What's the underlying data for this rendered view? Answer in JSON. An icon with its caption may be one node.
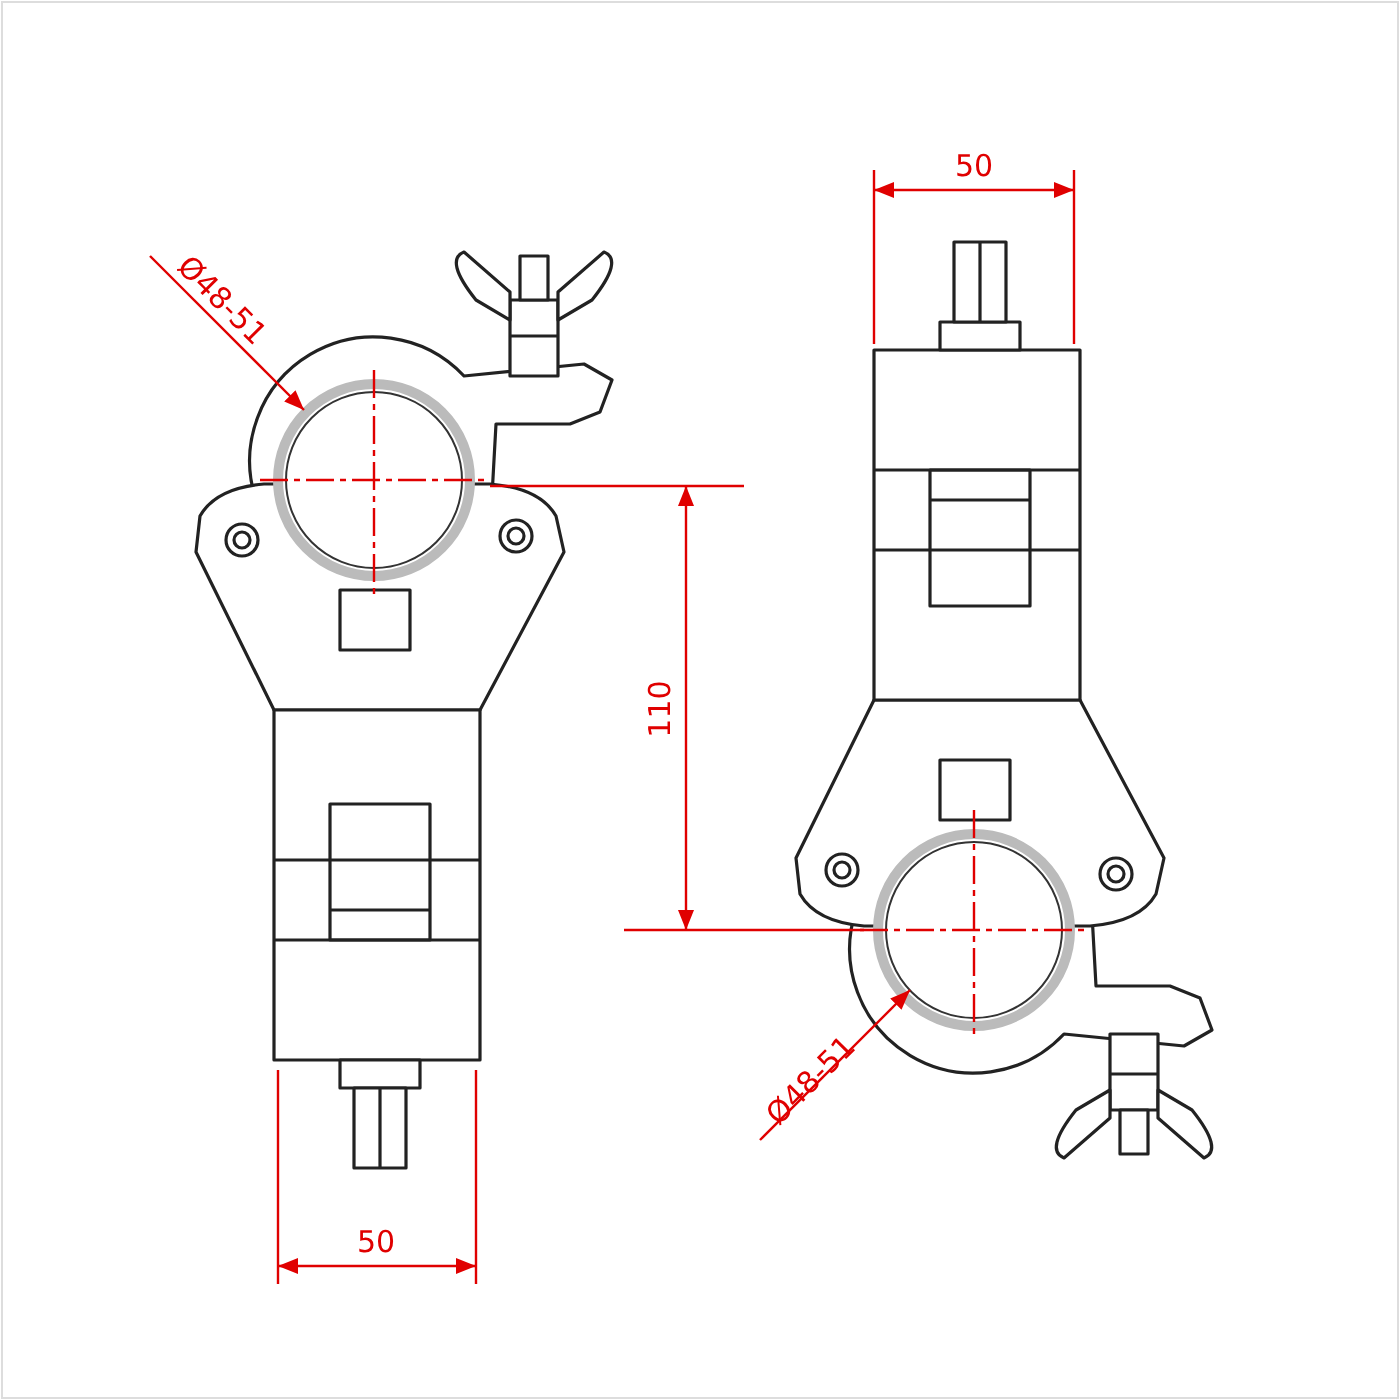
{
  "diagram": {
    "labels": [
      "50",
      "Ø48-51",
      "110",
      "Ø48-51",
      "50"
    ]
  }
}
